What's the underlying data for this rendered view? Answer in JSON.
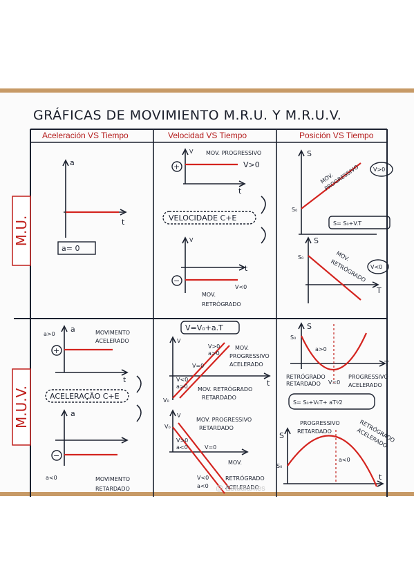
{
  "title": "GRÁFICAS DE MOVIMIENTO M.R.U. Y M.R.U.V.",
  "columns": [
    "Aceleración VS Tiempo",
    "Velocidad VS Tiempo",
    "Posición VS Tiempo"
  ],
  "rows": [
    "M.U.",
    "M.U.V."
  ],
  "mu": {
    "acc": {
      "axis_y": "a",
      "axis_x": "t",
      "box": "a= 0"
    },
    "vel_pos": {
      "sign": "+",
      "axis_y": "V",
      "axis_x": "t",
      "label": "MOV. PROGRESSIVO",
      "cond": "V>0"
    },
    "vel_box": "VELOCIDADE C+E",
    "vel_neg": {
      "sign": "−",
      "axis_y": "V",
      "axis_x": "t",
      "cond": "V<0",
      "label1": "MOV.",
      "label2": "RETRÓGRADO"
    },
    "pos_pos": {
      "axis_y": "S",
      "s0": "S₀",
      "label1": "MOV.",
      "label2": "PROGRESSIVO",
      "cond": "V>0",
      "formula": "S= S₀+V.T"
    },
    "pos_neg": {
      "axis_y": "S",
      "axis_x": "T",
      "s0": "S₀",
      "label1": "MOV.",
      "label2": "RETRÓGRADO",
      "cond": "V<0"
    }
  },
  "muv": {
    "acc_pos": {
      "cond": "a>0",
      "axis_y": "a",
      "sign": "+",
      "label1": "MOVIMENTO",
      "label2": "ACELERADO",
      "axis_x": "t"
    },
    "acc_box": "ACELERAÇÃO C+E",
    "acc_neg": {
      "axis_y": "a",
      "sign": "−",
      "cond": "a<0",
      "label1": "MOVIMENTO",
      "label2": "RETARDADO"
    },
    "vel_formula": "V=V₀+a.T",
    "vel_up": {
      "axis_y": "V",
      "axis_x": "t",
      "v0": "V₀",
      "tag1": "V>0",
      "tag2": "a>0",
      "tag3": "V<0",
      "tag4": "a>0",
      "veq": "V=0",
      "label1": "MOV.",
      "label2": "PROGRESSIVO",
      "label3": "ACELERADO",
      "label4": "MOV. RETRÓGRADO",
      "label5": "RETARDADO"
    },
    "vel_down": {
      "axis_y": "V",
      "v0": "V₀",
      "tag1": "V>0",
      "tag2": "a<0",
      "veq": "V=0",
      "tag3": "V<0",
      "tag4": "a<0",
      "label1": "MOV. PROGRESSIVO",
      "label2": "RETARDADO",
      "label3": "MOV.",
      "label4": "RETRÓGRADO",
      "label5": "ACELERADO"
    },
    "pos_up": {
      "axis_y": "S",
      "axis_x": "T",
      "s0": "S₀",
      "cond": "a>0",
      "left1": "RETRÓGRADO",
      "left2": "RETARDADO",
      "mid": "V=0",
      "right1": "PROGRESSIVO",
      "right2": "ACELERADO"
    },
    "pos_formula": "S= S₀+V₀T+ aT²⁄2",
    "pos_down": {
      "axis_y": "S",
      "axis_x": "t",
      "s0": "S₀",
      "cond": "a<0",
      "left1": "PROGRESSIVO",
      "left2": "RETARDADO",
      "right1": "RETRÓGRADO",
      "right2": "ACELERADO"
    }
  },
  "watermark": "@ Estudiantes"
}
